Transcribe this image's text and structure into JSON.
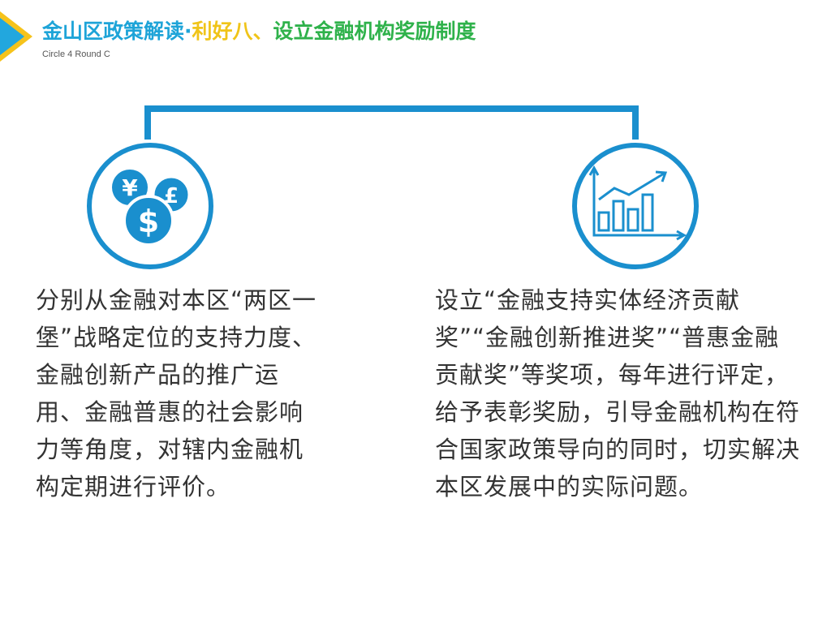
{
  "header": {
    "title_part1": "金山区政策解读·",
    "title_part2": "利好八、",
    "title_part3": "设立金融机构奖励制度",
    "subtitle": "Circle 4 Round C"
  },
  "icons": {
    "left": "currency-icon",
    "right": "growth-chart-icon"
  },
  "currency_symbols": {
    "yen": "¥",
    "pound": "£",
    "dollar": "$"
  },
  "left_text": "分别从金融对本区“两区一堡”战略定位的支持力度、金融创新产品的推广运用、金融普惠的社会影响力等角度，对辖内金融机构定期进行评价。",
  "right_text": "设立“金融支持实体经济贡献奖”“金融创新推进奖”“普惠金融贡献奖”等奖项，每年进行评定，给予表彰奖励，引导金融机构在符合国家政策导向的同时，切实解决本区发展中的实际问题。",
  "colors": {
    "brand_blue": "#1a8fce",
    "title_blue": "#1ea4d8",
    "title_yellow": "#f0c419",
    "title_green": "#2fb24b"
  }
}
